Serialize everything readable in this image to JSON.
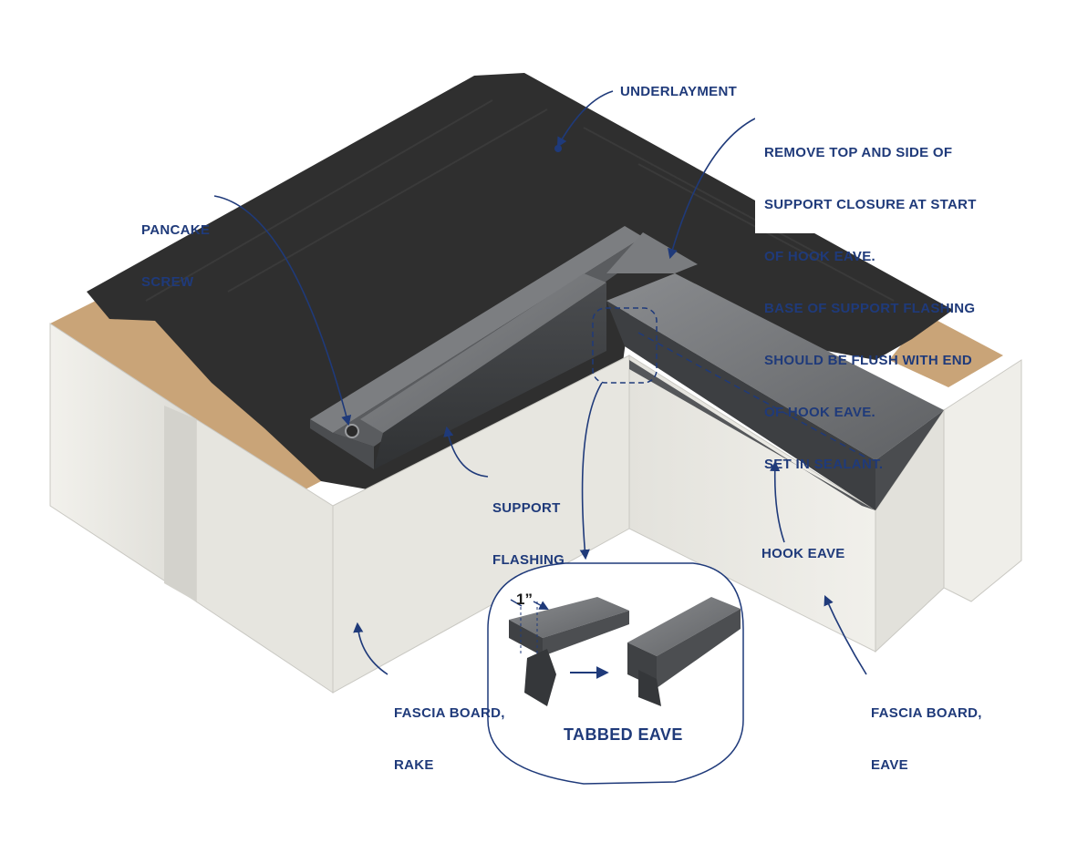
{
  "labels": {
    "underlayment": "UNDERLAYMENT",
    "note": [
      "REMOVE TOP AND SIDE OF",
      "SUPPORT CLOSURE AT START",
      "OF HOOK EAVE.",
      "BASE OF SUPPORT FLASHING",
      "SHOULD BE FLUSH WITH END",
      "OF HOOK EAVE.",
      "SET IN SEALANT."
    ],
    "pancake_screw": [
      "PANCAKE",
      "SCREW"
    ],
    "support_flashing": [
      "SUPPORT",
      "FLASHING"
    ],
    "hook_eave": "HOOK EAVE",
    "fascia_rake": [
      "FASCIA BOARD,",
      "RAKE"
    ],
    "fascia_eave": [
      "FASCIA BOARD,",
      "EAVE"
    ]
  },
  "inset": {
    "title": "TABBED EAVE",
    "dimension": "1”"
  },
  "colors": {
    "label_blue": "#1f3a7a",
    "underlayment": "#2e2e2e",
    "metal": "#5d5f62",
    "wood": "#c9a478",
    "fascia": "#ecebe6"
  }
}
